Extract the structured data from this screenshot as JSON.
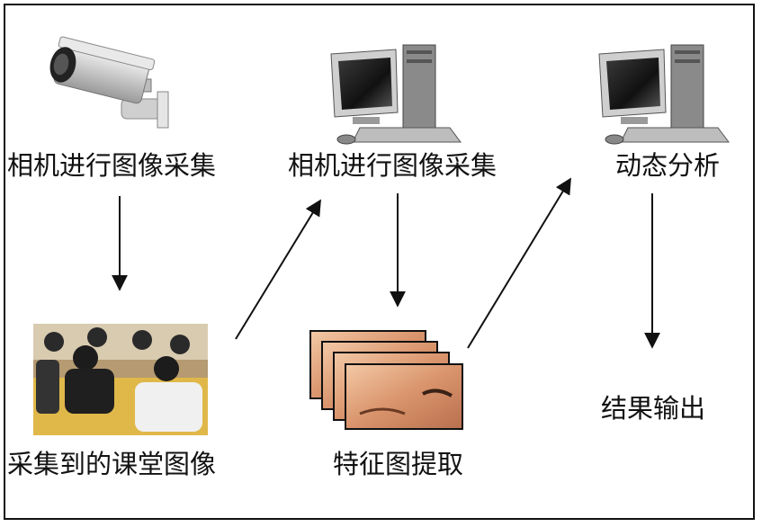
{
  "diagram": {
    "nodes": {
      "camera_capture": {
        "label": "相机进行图像采集",
        "icon": "security-camera-icon"
      },
      "computer_capture": {
        "label": "相机进行图像采集",
        "icon": "desktop-computer-icon"
      },
      "dynamic_analysis": {
        "label": "动态分析",
        "icon": "desktop-computer-icon"
      },
      "classroom_image": {
        "label": "采集到的课堂图像",
        "icon": "classroom-photo"
      },
      "feature_extraction": {
        "label": "特征图提取",
        "icon": "feature-map-stack"
      },
      "result_output": {
        "label": "结果输出"
      }
    },
    "edges": [
      [
        "camera_capture",
        "classroom_image"
      ],
      [
        "classroom_image",
        "computer_capture"
      ],
      [
        "computer_capture",
        "feature_extraction"
      ],
      [
        "feature_extraction",
        "dynamic_analysis"
      ],
      [
        "dynamic_analysis",
        "result_output"
      ]
    ]
  }
}
